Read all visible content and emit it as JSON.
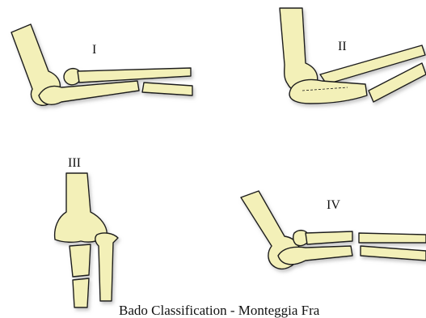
{
  "labels": {
    "type_1": "I",
    "type_2": "II",
    "type_3": "III",
    "type_4": "IV"
  },
  "caption": "Bado Classification - Monteggia Fra",
  "colors": {
    "bone_fill": "#f3f0b8",
    "bone_stroke": "#1a1a1a",
    "shadow": "#c9c9c9",
    "text": "#111111",
    "background": "#ffffff"
  }
}
